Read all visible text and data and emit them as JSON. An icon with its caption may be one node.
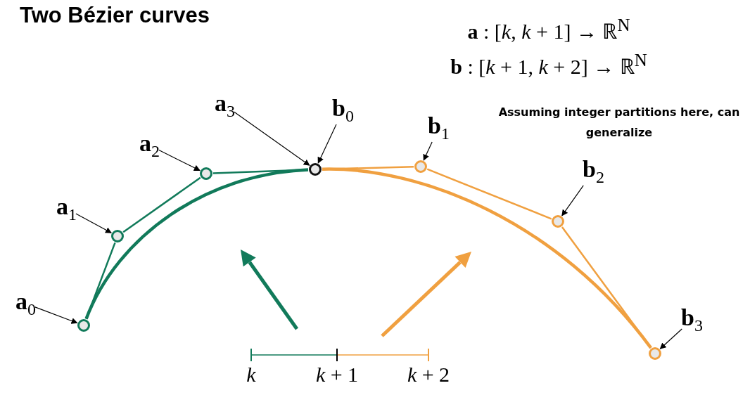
{
  "diagram": {
    "title": "Two Bézier curves",
    "nodes": [
      {
        "text": [],
        "shape": "circle"
      },
      {
        "text": [],
        "shape": "circle"
      },
      {
        "text": [],
        "shape": "circle"
      },
      {
        "text": [],
        "shape": "circle"
      },
      {
        "text": [],
        "shape": "circle"
      },
      {
        "text": [],
        "shape": "circle"
      },
      {
        "text": [],
        "shape": "circle"
      },
      {
        "text": [
          "**a**$_{0}$"
        ]
      },
      {
        "text": [
          "**a**$_{1}$"
        ]
      },
      {
        "text": [
          "**a**$_{2}$"
        ]
      },
      {
        "text": [
          "**a**$_{3}$"
        ]
      },
      {
        "text": [
          "**b**$_{0}$"
        ]
      },
      {
        "text": [
          "**b**$_{1}$"
        ]
      },
      {
        "text": [
          "**b**$_{2}$"
        ]
      },
      {
        "text": [
          "**b**$_{3}$"
        ]
      }
    ],
    "edges": [
      {
        "from": 7,
        "to": 0,
        "arrow": "to"
      },
      {
        "from": 8,
        "to": 1,
        "arrow": "to"
      },
      {
        "from": 9,
        "to": 2,
        "arrow": "to"
      },
      {
        "from": 10,
        "to": 3,
        "arrow": "to"
      },
      {
        "from": 11,
        "to": 3,
        "arrow": "to"
      },
      {
        "from": 12,
        "to": 4,
        "arrow": "to"
      },
      {
        "from": 13,
        "to": 5,
        "arrow": "to"
      },
      {
        "from": 14,
        "to": 6,
        "arrow": "to"
      },
      {
        "from": 0,
        "to": 1,
        "arrow": "none",
        "color": "#117a5a"
      },
      {
        "from": 1,
        "to": 2,
        "arrow": "none",
        "color": "#117a5a"
      },
      {
        "from": 2,
        "to": 3,
        "arrow": "none",
        "color": "#117a5a"
      },
      {
        "from": 3,
        "to": 4,
        "arrow": "none",
        "color": "#f0a040"
      },
      {
        "from": 4,
        "to": 5,
        "arrow": "none",
        "color": "#f0a040"
      },
      {
        "from": 5,
        "to": 6,
        "arrow": "none",
        "color": "#f0a040"
      },
      {
        "from": 0,
        "to": 3,
        "arrow": "none",
        "style": "thick",
        "color": "#117a5a"
      },
      {
        "from": 3,
        "to": 6,
        "arrow": "none",
        "style": "thick",
        "color": "#f0a040"
      }
    ],
    "labels": [
      "**a** : [*k*, *k* + 1] → ℝ$^{N}$",
      "**b** : [*k* + 1, *k* + 2] → ℝ$^{N}$",
      "Assuming integer partitions here, can generalize",
      "*k*",
      "*k* + 1",
      "*k* + 2"
    ]
  }
}
